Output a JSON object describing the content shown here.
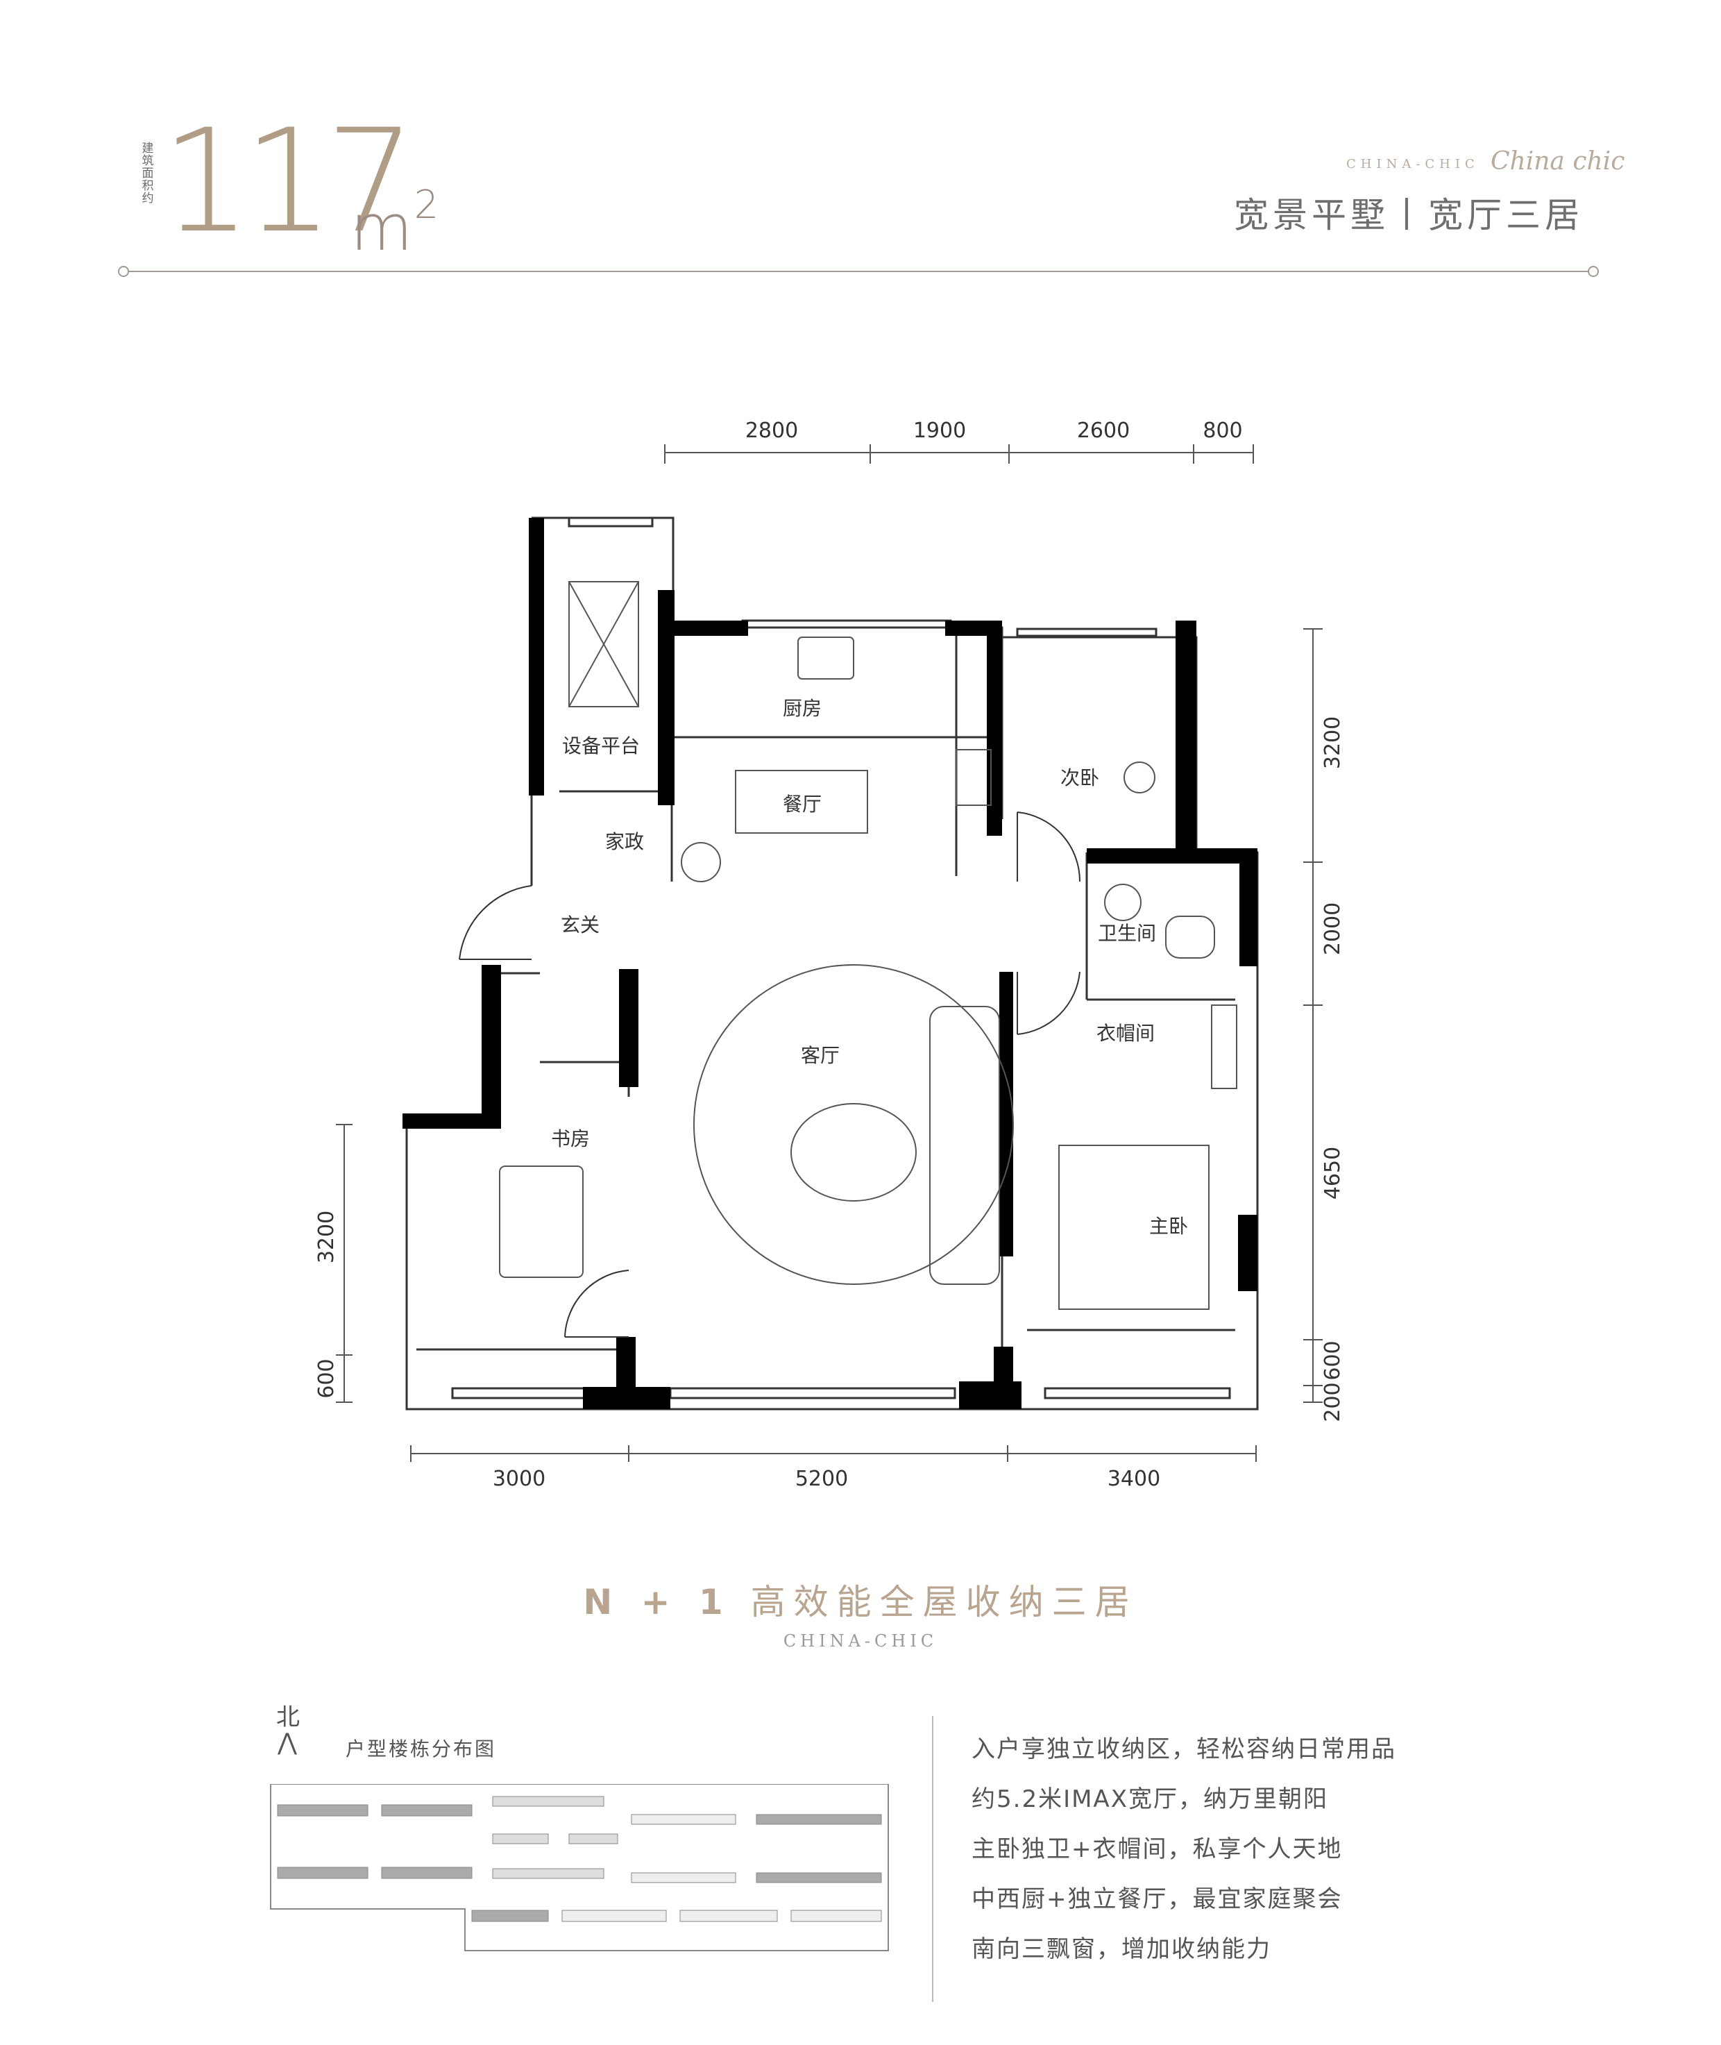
{
  "header": {
    "area_label": "建筑面积约",
    "area_value": "117",
    "area_unit": "m",
    "area_unit_sup": "2",
    "brand_en": "CHINA-CHIC",
    "brand_script": "China chic",
    "slogan": "宽景平墅丨宽厅三居"
  },
  "plan": {
    "rooms": {
      "equipment_platform": "设备平台",
      "housekeeping": "家政",
      "kitchen": "厨房",
      "dining": "餐厅",
      "second_bedroom": "次卧",
      "bathroom": "卫生间",
      "entrance": "玄关",
      "cloakroom": "衣帽间",
      "living_room": "客厅",
      "study": "书房",
      "master_bedroom": "主卧"
    },
    "dims_top": [
      "2800",
      "1900",
      "2600",
      "800"
    ],
    "dims_bottom": [
      "3000",
      "5200",
      "3400"
    ],
    "dims_left": [
      "3200",
      "600"
    ],
    "dims_right": [
      "3200",
      "2000",
      "4650",
      "600",
      "200"
    ]
  },
  "subtitle": {
    "prefix": "N + 1",
    "text": "高效能全屋收纳三居",
    "en": "CHINA-CHIC"
  },
  "bottom": {
    "north": "北",
    "north_arrow": "⋀",
    "map_title": "户型楼栋分布图",
    "features": [
      "入户享独立收纳区，轻松容纳日常用品",
      "约5.2米IMAX宽厅，纳万里朝阳",
      "主卧独卫+衣帽间，私享个人天地",
      "中西厨+独立餐厅，最宜家庭聚会",
      "南向三飘窗，增加收纳能力"
    ]
  },
  "colors": {
    "accent": "#b19c86",
    "wall": "#000000",
    "line": "#555555"
  }
}
